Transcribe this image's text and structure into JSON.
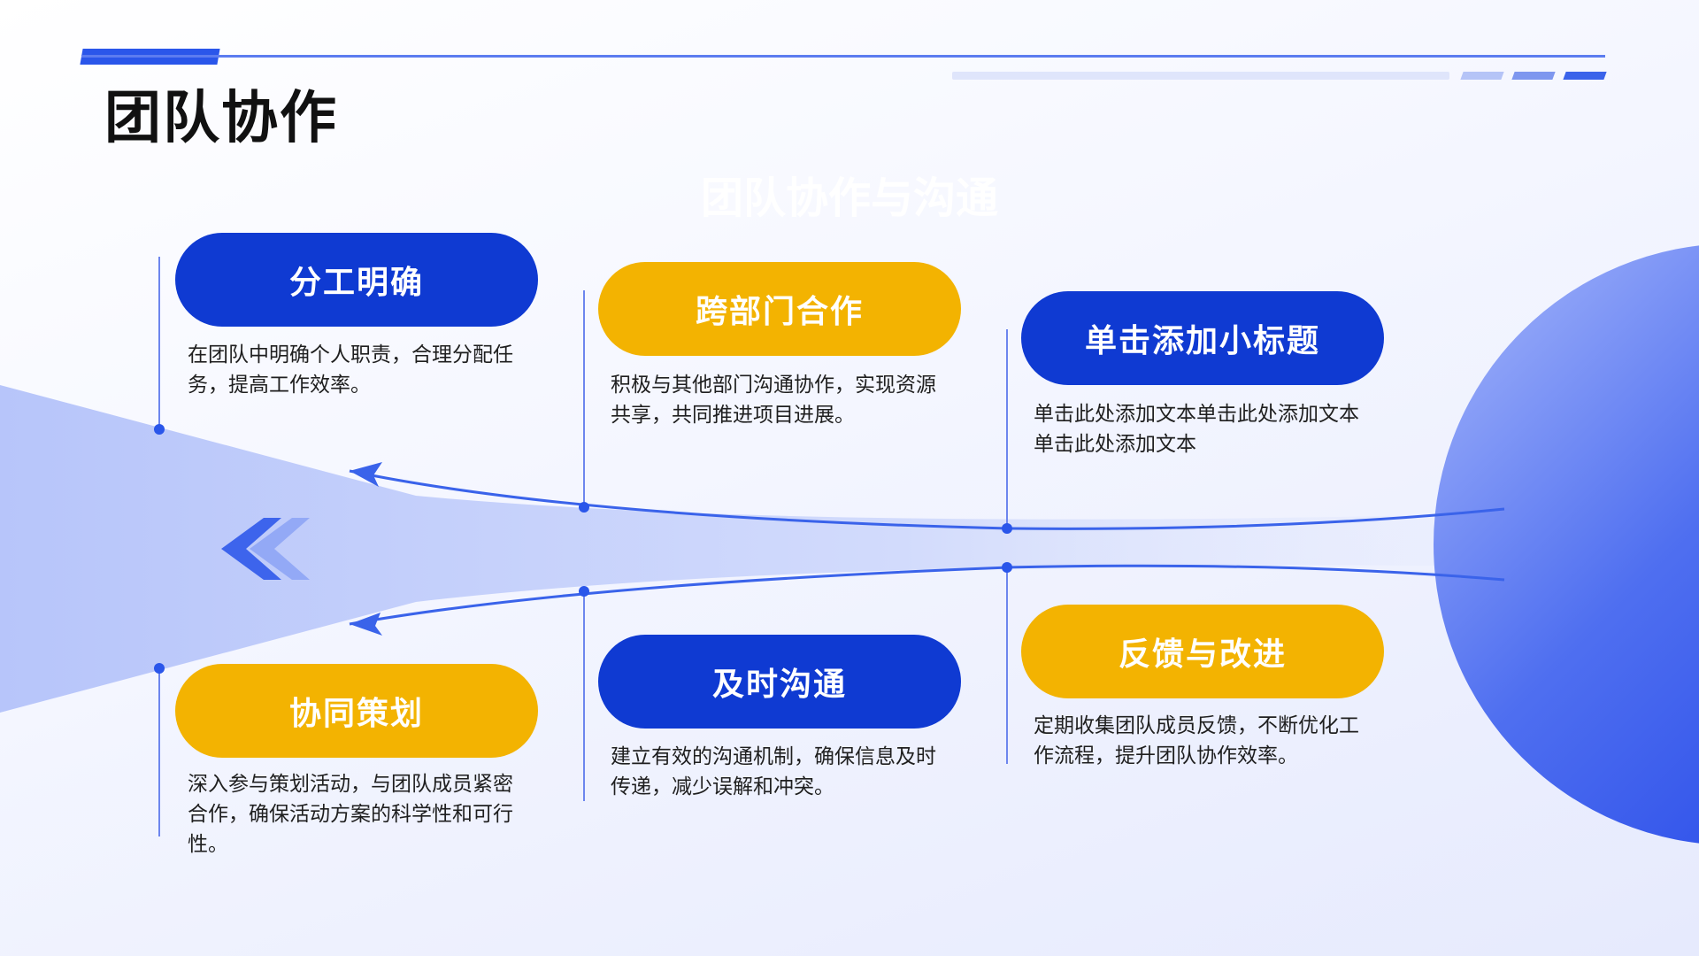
{
  "title": "团队协作",
  "subtitle": "团队协作与沟通",
  "colors": {
    "primary_blue": "#0f3ad2",
    "accent_yellow": "#f3b301",
    "line_blue": "#3a63ea"
  },
  "icons": {
    "back_chevrons": "double-chevron-left-icon"
  },
  "items": [
    {
      "title": "分工明确",
      "desc": "在团队中明确个人职责，合理分配任务，提高工作效率。",
      "color": "blue"
    },
    {
      "title": "跨部门合作",
      "desc": "积极与其他部门沟通协作，实现资源共享，共同推进项目进展。",
      "color": "yellow"
    },
    {
      "title": "单击添加小标题",
      "desc": "单击此处添加文本单击此处添加文本单击此处添加文本",
      "color": "blue"
    },
    {
      "title": "协同策划",
      "desc": "深入参与策划活动，与团队成员紧密合作，确保活动方案的科学性和可行性。",
      "color": "yellow"
    },
    {
      "title": "及时沟通",
      "desc": "建立有效的沟通机制，确保信息及时传递，减少误解和冲突。",
      "color": "blue"
    },
    {
      "title": "反馈与改进",
      "desc": "定期收集团队成员反馈，不断优化工作流程，提升团队协作效率。",
      "color": "yellow"
    }
  ]
}
